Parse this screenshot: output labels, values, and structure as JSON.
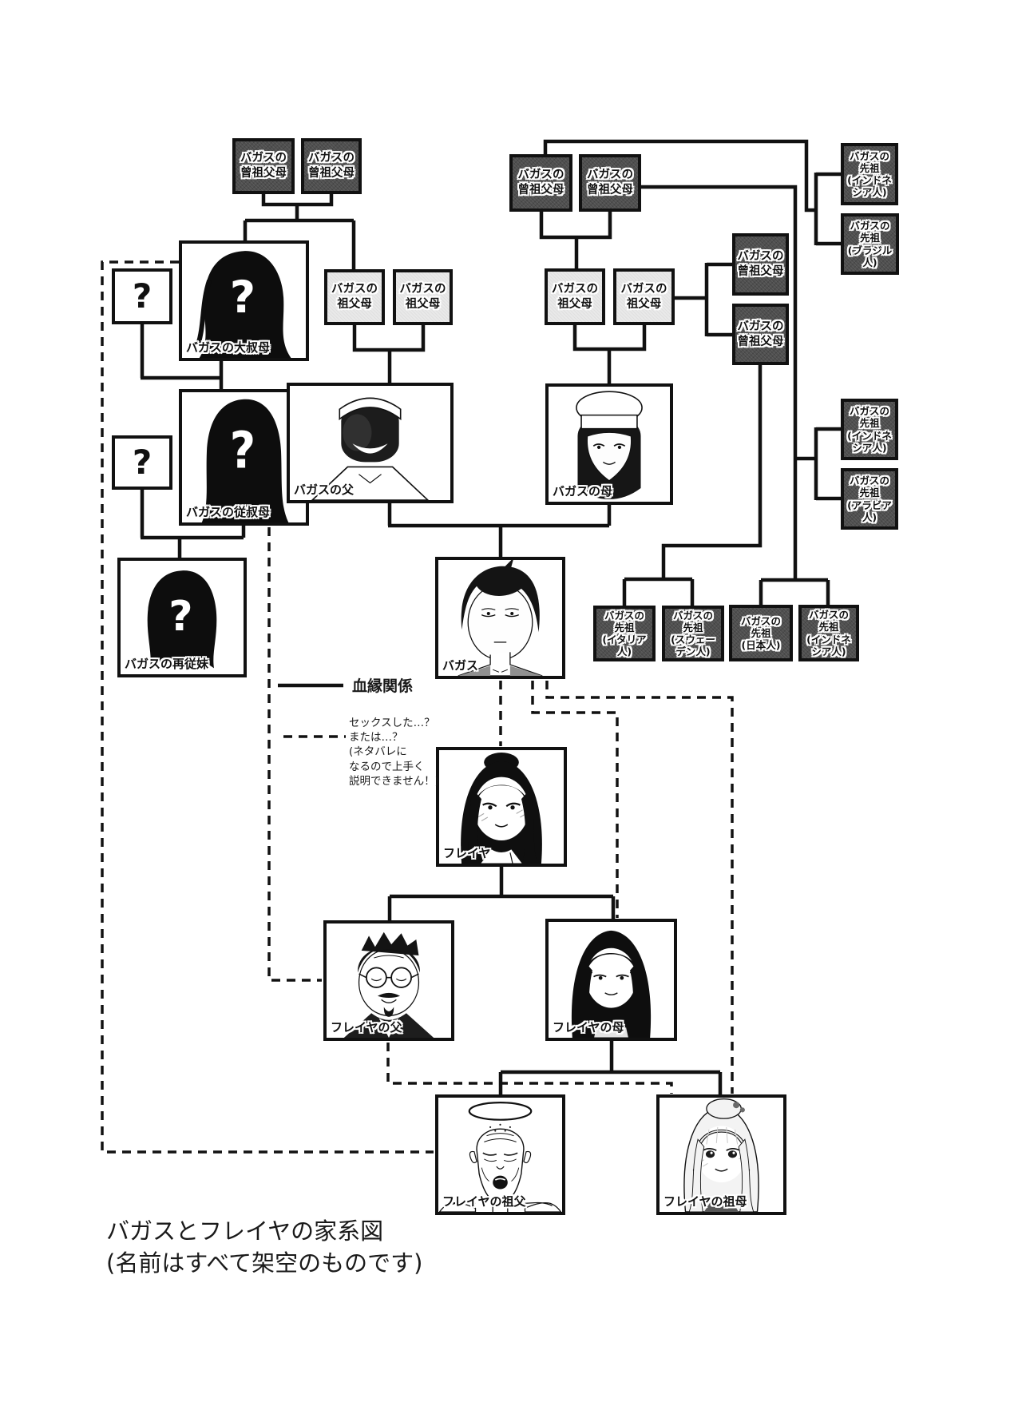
{
  "caption": "バガスとフレイヤの家系図\n(名前はすべて架空のものです)",
  "legend": {
    "blood_label": "血縁関係",
    "dashed_note": "セックスした…？\nまたは…？\n(ネタバレに\nなるので上手く\n説明できません！)"
  },
  "nodes": {
    "ggp1": {
      "label": "バガスの\n曾祖父母"
    },
    "ggp2": {
      "label": "バガスの\n曾祖父母"
    },
    "ggp3": {
      "label": "バガスの\n曾祖父母"
    },
    "ggp4": {
      "label": "バガスの\n曾祖父母"
    },
    "ggp5": {
      "label": "バガスの\n曾祖父母"
    },
    "ggp6": {
      "label": "バガスの\n曾祖父母"
    },
    "gp1": {
      "label": "バガスの\n祖父母"
    },
    "gp2": {
      "label": "バガスの\n祖父母"
    },
    "gp3": {
      "label": "バガスの\n祖父母"
    },
    "gp4": {
      "label": "バガスの\n祖父母"
    },
    "anc_top_indonesia": {
      "label": "バガスの\n先祖\n(インドネ\nシア人)"
    },
    "anc_brazil": {
      "label": "バガスの\n先祖\n(ブラジル人)"
    },
    "anc_mid_indonesia": {
      "label": "バガスの\n先祖\n(インドネ\nシア人)"
    },
    "anc_arabia": {
      "label": "バガスの\n先祖\n(アラビア人)"
    },
    "anc_italy": {
      "label": "バガスの\n先祖\n(イタリア人)"
    },
    "anc_sweden": {
      "label": "バガスの\n先祖\n(スウェー\nデン人)"
    },
    "anc_japan": {
      "label": "バガスの\n先祖\n(日本人)"
    },
    "anc_indonesia4": {
      "label": "バガスの\n先祖\n(インドネ\nシア人)"
    },
    "q1": {
      "label": "?"
    },
    "q2": {
      "label": "?"
    },
    "great_aunt": {
      "label": "バガスの大叔母"
    },
    "cousin_aunt": {
      "label": "バガスの従叔母"
    },
    "second_cousin": {
      "label": "バガスの再従妹"
    },
    "father": {
      "label": "バガスの父"
    },
    "mother": {
      "label": "バガスの母"
    },
    "bagas": {
      "label": "バガス"
    },
    "freya": {
      "label": "フレイヤ"
    },
    "freya_father": {
      "label": "フレイヤの父"
    },
    "freya_mother": {
      "label": "フレイヤの母"
    },
    "freya_grandfather": {
      "label": "フレイヤの祖父"
    },
    "freya_grandmother": {
      "label": "フレイヤの祖母"
    }
  },
  "colors": {
    "line": "#111111",
    "dark_box": "#4f4f4f",
    "light_box": "#e9e9e9"
  }
}
